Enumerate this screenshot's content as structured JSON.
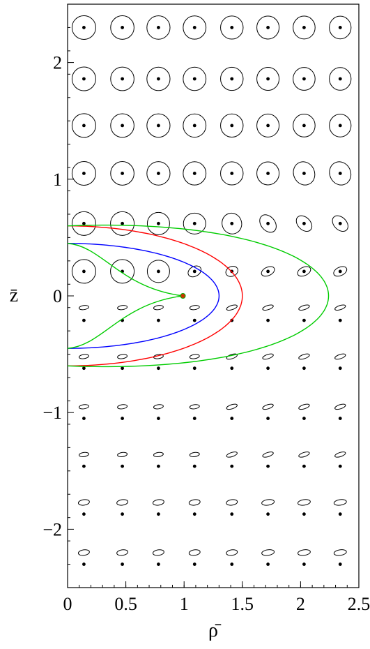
{
  "chart_data": {
    "type": "scatter",
    "xlabel": "ρ̄",
    "ylabel": "z̄",
    "xlim": [
      0,
      2.5
    ],
    "ylim": [
      -2.5,
      2.5
    ],
    "grid": false,
    "x_ticks": [
      {
        "value": 0,
        "label": "0"
      },
      {
        "value": 0.5,
        "label": "0.5"
      },
      {
        "value": 1,
        "label": "1"
      },
      {
        "value": 1.5,
        "label": "1.5"
      },
      {
        "value": 2,
        "label": "2"
      },
      {
        "value": 2.5,
        "label": "2.5"
      }
    ],
    "y_ticks": [
      {
        "value": 2,
        "label": "2"
      },
      {
        "value": 1,
        "label": "1"
      },
      {
        "value": 0,
        "label": "0"
      },
      {
        "value": -1,
        "label": "−1"
      },
      {
        "value": -2,
        "label": "−2"
      }
    ],
    "grid_points": {
      "x": [
        0.14,
        0.47,
        0.78,
        1.09,
        1.41,
        1.72,
        2.03,
        2.34
      ],
      "y": [
        2.3,
        1.86,
        1.46,
        1.05,
        0.62,
        0.21,
        -0.21,
        -0.62,
        -1.05,
        -1.46,
        -1.87,
        -2.3
      ]
    },
    "ellipse_rows": [
      {
        "y_center": 2.3,
        "shape": "circle"
      },
      {
        "y_center": 1.86,
        "shape": "circle"
      },
      {
        "y_center": 1.46,
        "shape": "circle"
      },
      {
        "y_center": 1.05,
        "shape": "circle"
      },
      {
        "y_center": 0.62,
        "shape": "circle_to_tilted"
      },
      {
        "y_center": 0.21,
        "shape": "circle_to_tilted"
      },
      {
        "y_center": -0.1,
        "shape": "flat"
      },
      {
        "y_center": -0.52,
        "shape": "flat"
      },
      {
        "y_center": -0.95,
        "shape": "flat"
      },
      {
        "y_center": -1.36,
        "shape": "flat"
      },
      {
        "y_center": -1.77,
        "shape": "flat"
      },
      {
        "y_center": -2.2,
        "shape": "flat"
      }
    ],
    "curves": [
      {
        "color": "#ff0000",
        "shape": "half_ellipse",
        "x_max": 1.5,
        "z_half": 0.6
      },
      {
        "color": "#0000ff",
        "shape": "half_ellipse",
        "x_max": 1.3,
        "z_half": 0.45
      },
      {
        "color": "#00cc00",
        "shape": "half_ellipse",
        "x_max": 2.24,
        "z_half": 0.69,
        "z_start": 0.6
      },
      {
        "color": "#00cc00",
        "shape": "spiral_to_point",
        "from": [
          0,
          0.45
        ],
        "to": [
          0.99,
          0
        ]
      },
      {
        "color": "#00cc00",
        "shape": "spiral_to_point",
        "from": [
          0,
          -0.45
        ],
        "to": [
          0.99,
          0
        ]
      }
    ],
    "marker": {
      "x": 0.99,
      "y": 0,
      "color": "#cc3300"
    }
  }
}
